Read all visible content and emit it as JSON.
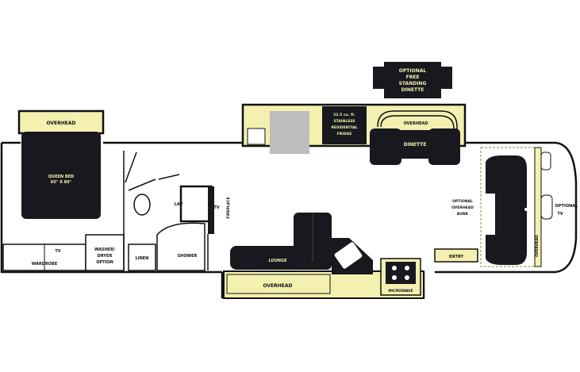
{
  "colors": {
    "fill": "#f3f0b0",
    "furniture": "#18181e",
    "outline": "#111111",
    "background": "#ffffff"
  },
  "labels": {
    "optional_dinette_line1": "OPTIONAL",
    "optional_dinette_line2": "FREE",
    "optional_dinette_line3": "STANDING",
    "optional_dinette_line4": "DINETTE",
    "overhead_bedroom": "OVERHEAD",
    "queen_bed_line1": "QUEEN BED",
    "queen_bed_line2": "60\" X 80\"",
    "tv_bedroom": "TV",
    "wardrobe": "WARDROBE",
    "washer_line1": "WASHER/",
    "washer_line2": "DRYER",
    "washer_line3": "OPTION",
    "linen": "LINEN",
    "lav": "LAV",
    "tv_bath": "TV",
    "fireplace": "FIREPLACE",
    "shower": "SHOWER",
    "fridge_line1": "22.5 cu. ft.",
    "fridge_line2": "STAINLESS",
    "fridge_line3": "RESIDENTIAL",
    "fridge_line4": "FRIDGE",
    "overhead_dinette": "OVERHEAD",
    "dinette": "DINETTE",
    "lounge": "LOUNGE",
    "overhead_lounge": "OVERHEAD",
    "microwave": "MICROWAVE",
    "entry": "ENTRY",
    "bunk_line1": "OPTIONAL",
    "bunk_line2": "OVERHEAD",
    "bunk_line3": "BUNK",
    "cab_tv_line1": "OPTIONAL",
    "cab_tv_line2": "TV",
    "overhead_cab": "OVERHEAD"
  }
}
